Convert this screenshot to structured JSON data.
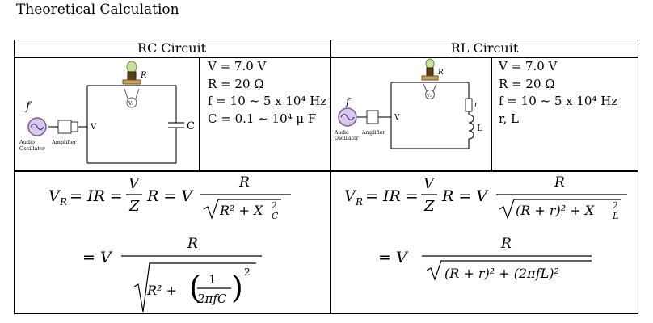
{
  "page_title": "Theoretical Calculation",
  "rc": {
    "heading": "RC Circuit",
    "params": [
      "V = 7.0 V",
      "R = 20 Ω",
      "f = 10 ~ 5 x 10⁴ Hz",
      "C = 0.1 ~ 10⁴ μ F"
    ],
    "labels": {
      "f": "f",
      "R": "R",
      "V": "V",
      "C": "C",
      "meter": "Vₛ",
      "osc": "Audio\nOscillator",
      "amp": "Amplifier"
    }
  },
  "rl": {
    "heading": "RL Circuit",
    "params": [
      "V = 7.0 V",
      "R = 20 Ω",
      "f = 10 ~ 5 x 10⁴ Hz",
      "r, L"
    ],
    "labels": {
      "f": "f",
      "R": "R",
      "V": "V",
      "r": "r",
      "L": "L",
      "meter": "Vₛ",
      "osc": "Audio\nOscillator",
      "amp": "Amplifier"
    }
  },
  "rc_formula": {
    "lhs": "V",
    "lhs_sub": "R",
    "eq1": "= IR =",
    "frac1_num": "V",
    "frac1_den": "Z",
    "mid": "R = V",
    "frac2_num": "R",
    "den_rad": "R² + X",
    "den_sub": "C",
    "den_sup": "2",
    "line2_eq": "= V",
    "line2_num": "R",
    "inner_R2": "R² +",
    "inner_num": "1",
    "inner_den": "2πfC",
    "paren_sup": "2"
  },
  "rl_formula": {
    "lhs": "V",
    "lhs_sub": "R",
    "eq1": "= IR =",
    "frac1_num": "V",
    "frac1_den": "Z",
    "mid": "R = V",
    "frac2_num": "R",
    "den_rad": "(R + r)² + X",
    "den_sub": "L",
    "den_sup": "2",
    "line2_eq": "= V",
    "line2_num": "R",
    "line2_den": "(R + r)² + (2πfL)²"
  }
}
